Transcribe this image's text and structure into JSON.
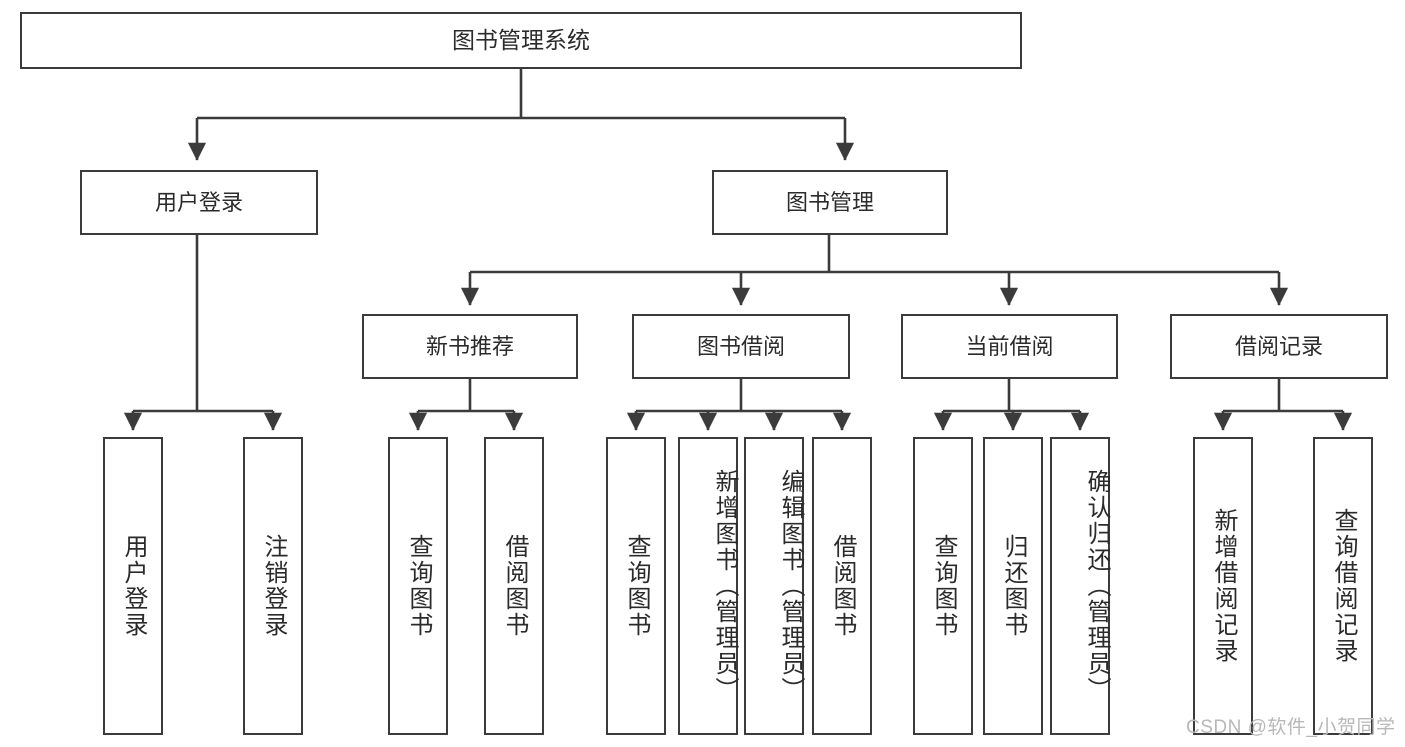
{
  "diagram": {
    "title": "图书管理系统",
    "type": "tree",
    "orientation": "top-down",
    "colors": {
      "box_border": "#3b3b3b",
      "box_fill": "#ffffff",
      "connector": "#3b3b3b",
      "text": "#2b2b2b",
      "watermark": "#b8b8b8"
    },
    "root": {
      "label": "图书管理系统"
    },
    "level2": [
      {
        "id": "user-login",
        "label": "用户登录"
      },
      {
        "id": "book-management",
        "label": "图书管理"
      }
    ],
    "level3": [
      {
        "id": "new-book-recommend",
        "label": "新书推荐",
        "parent": "book-management"
      },
      {
        "id": "book-borrow",
        "label": "图书借阅",
        "parent": "book-management"
      },
      {
        "id": "current-borrow",
        "label": "当前借阅",
        "parent": "book-management"
      },
      {
        "id": "borrow-record",
        "label": "借阅记录",
        "parent": "book-management"
      }
    ],
    "leaves": {
      "user-login": [
        {
          "id": "leaf-user-login",
          "label": "用户登录"
        },
        {
          "id": "leaf-logout",
          "label": "注销登录"
        }
      ],
      "new-book-recommend": [
        {
          "id": "leaf-query-book-1",
          "label": "查询图书"
        },
        {
          "id": "leaf-borrow-book-1",
          "label": "借阅图书"
        }
      ],
      "book-borrow": [
        {
          "id": "leaf-query-book-2",
          "label": "查询图书"
        },
        {
          "id": "leaf-add-book",
          "label": "新增图书（管理员）"
        },
        {
          "id": "leaf-edit-book",
          "label": "编辑图书（管理员）"
        },
        {
          "id": "leaf-borrow-book-2",
          "label": "借阅图书"
        }
      ],
      "current-borrow": [
        {
          "id": "leaf-query-book-3",
          "label": "查询图书"
        },
        {
          "id": "leaf-return-book",
          "label": "归还图书"
        },
        {
          "id": "leaf-confirm-return",
          "label": "确认归还（管理员）"
        }
      ],
      "borrow-record": [
        {
          "id": "leaf-add-record",
          "label": "新增借阅记录"
        },
        {
          "id": "leaf-query-record",
          "label": "查询借阅记录"
        }
      ]
    }
  },
  "watermark": {
    "text": "CSDN @软件_小贺同学"
  }
}
